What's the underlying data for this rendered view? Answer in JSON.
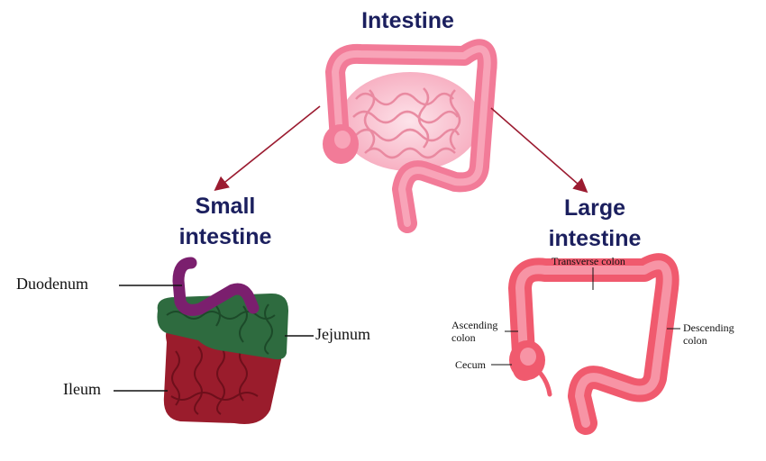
{
  "title": "Intestine",
  "small_intestine": {
    "heading_line1": "Small",
    "heading_line2": "intestine",
    "parts": {
      "duodenum": "Duodenum",
      "jejunum": "Jejunum",
      "ileum": "Ileum"
    },
    "colors": {
      "duodenum": "#7b1f6e",
      "jejunum": "#2e6b3f",
      "ileum": "#9a1c2c"
    }
  },
  "large_intestine": {
    "heading_line1": "Large",
    "heading_line2": "intestine",
    "parts": {
      "transverse": "Transverse colon",
      "ascending_line1": "Ascending",
      "ascending_line2": "colon",
      "descending_line1": "Descending",
      "descending_line2": "colon",
      "cecum": "Cecum"
    },
    "colors": {
      "colon": "#f05a6e",
      "colon_light": "#f9a3b3"
    }
  },
  "colors": {
    "heading": "#1b1f5e",
    "arrow": "#9b1b30",
    "intestine_pink": "#f48aa6",
    "intestine_light": "#fbd3de"
  }
}
